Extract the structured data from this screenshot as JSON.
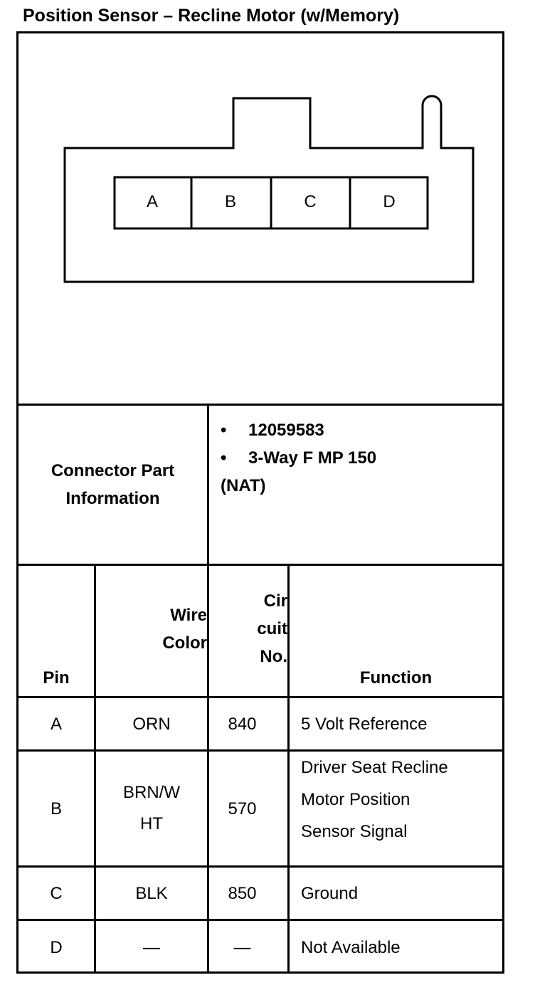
{
  "title": "Position Sensor – Recline Motor (w/Memory)",
  "connector_pins": [
    "A",
    "B",
    "C",
    "D"
  ],
  "part_info": {
    "label_line1": "Connector Part",
    "label_line2": "Information",
    "bullet_symbol": "•",
    "items": [
      "12059583",
      "3-Way F MP 150"
    ],
    "continuation": "(NAT)"
  },
  "table": {
    "headers": {
      "pin": "Pin",
      "wire_color_line1": "Wire",
      "wire_color_line2": "Color",
      "circuit_line1": "Cir",
      "circuit_line2": "cuit",
      "circuit_line3": "No.",
      "function": "Function"
    },
    "rows": [
      {
        "pin": "A",
        "wire_color": [
          "ORN"
        ],
        "circuit": "840",
        "function": [
          "5 Volt Reference"
        ]
      },
      {
        "pin": "B",
        "wire_color": [
          "BRN/W",
          "HT"
        ],
        "circuit": "570",
        "function": [
          "Driver Seat Recline",
          "Motor Position",
          "Sensor Signal"
        ]
      },
      {
        "pin": "C",
        "wire_color": [
          "BLK"
        ],
        "circuit": "850",
        "function": [
          "Ground"
        ]
      },
      {
        "pin": "D",
        "wire_color": [
          "—"
        ],
        "circuit": "—",
        "function": [
          "Not Available"
        ]
      }
    ]
  }
}
